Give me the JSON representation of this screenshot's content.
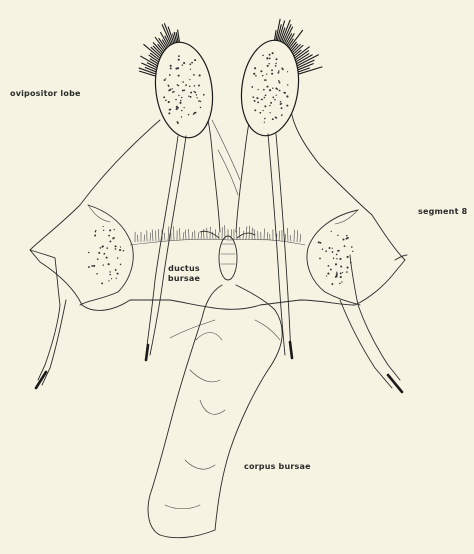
{
  "labels": {
    "ovipositor_lobe": "ovipositor lobe",
    "segment_8": "segment 8",
    "ductus_bursae_line1": "ductus",
    "ductus_bursae_line2": "bursae",
    "corpus_bursae": "corpus bursae"
  },
  "colors": {
    "background": "#f6f3e3",
    "ink": "#1a1a1a"
  }
}
